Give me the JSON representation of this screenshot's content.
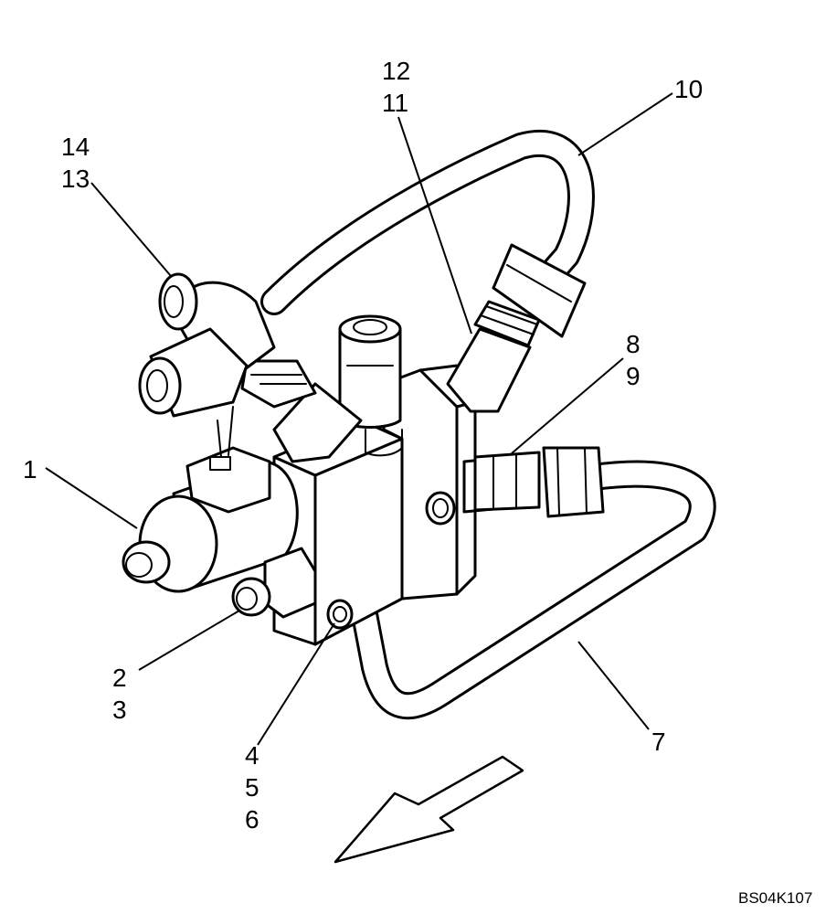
{
  "callouts": [
    {
      "id": "c1",
      "lines": [
        "1"
      ]
    },
    {
      "id": "c2",
      "lines": [
        "2",
        "3"
      ]
    },
    {
      "id": "c3",
      "lines": [
        "4",
        "5",
        "6"
      ]
    },
    {
      "id": "c4",
      "lines": [
        "7"
      ]
    },
    {
      "id": "c5",
      "lines": [
        "8",
        "9"
      ]
    },
    {
      "id": "c6",
      "lines": [
        "10"
      ]
    },
    {
      "id": "c7",
      "lines": [
        "12",
        "11"
      ]
    },
    {
      "id": "c8",
      "lines": [
        "14",
        "13"
      ]
    }
  ],
  "figure_code": "BS04K107"
}
